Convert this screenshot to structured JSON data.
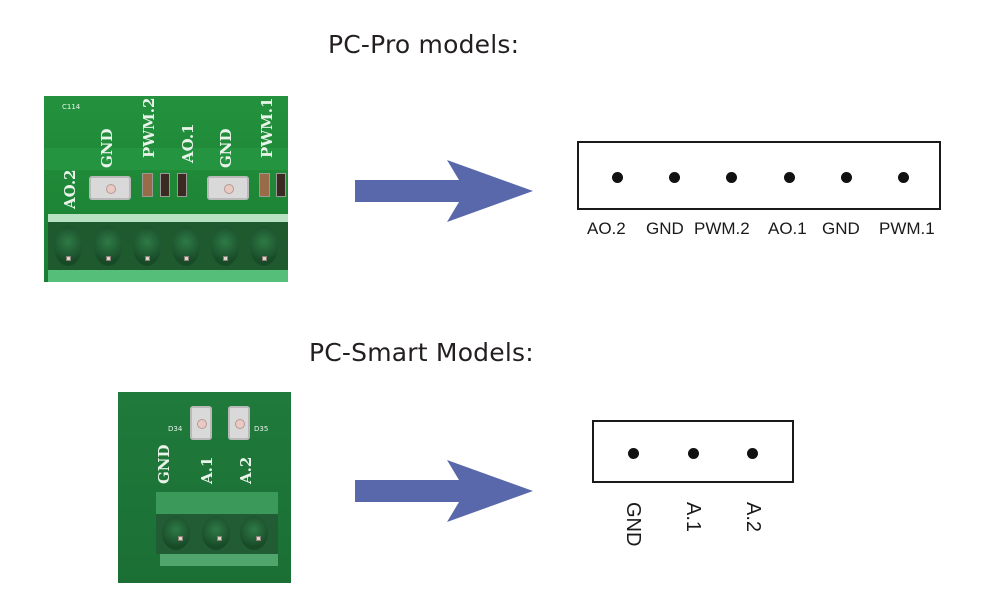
{
  "sections": [
    {
      "title": "PC-Pro models:",
      "board_silkscreen": [
        "AO.2",
        "GND",
        "PWM.2",
        "AO.1",
        "GND",
        "PWM.1"
      ],
      "board_component_label": "C114",
      "pins": [
        "AO.2",
        "GND",
        "PWM.2",
        "AO.1",
        "GND",
        "PWM.1"
      ]
    },
    {
      "title": "PC-Smart Models:",
      "board_silkscreen": [
        "GND",
        "A.1",
        "A.2"
      ],
      "board_led_labels": [
        "D34",
        "D35"
      ],
      "pins": [
        "GND",
        "A.1",
        "A.2"
      ]
    }
  ],
  "colors": {
    "arrow": "#5868ab",
    "pcb_green": "#1f8a3a",
    "text": "#231f20"
  },
  "icons": {
    "arrow": "right-arrow-icon"
  }
}
